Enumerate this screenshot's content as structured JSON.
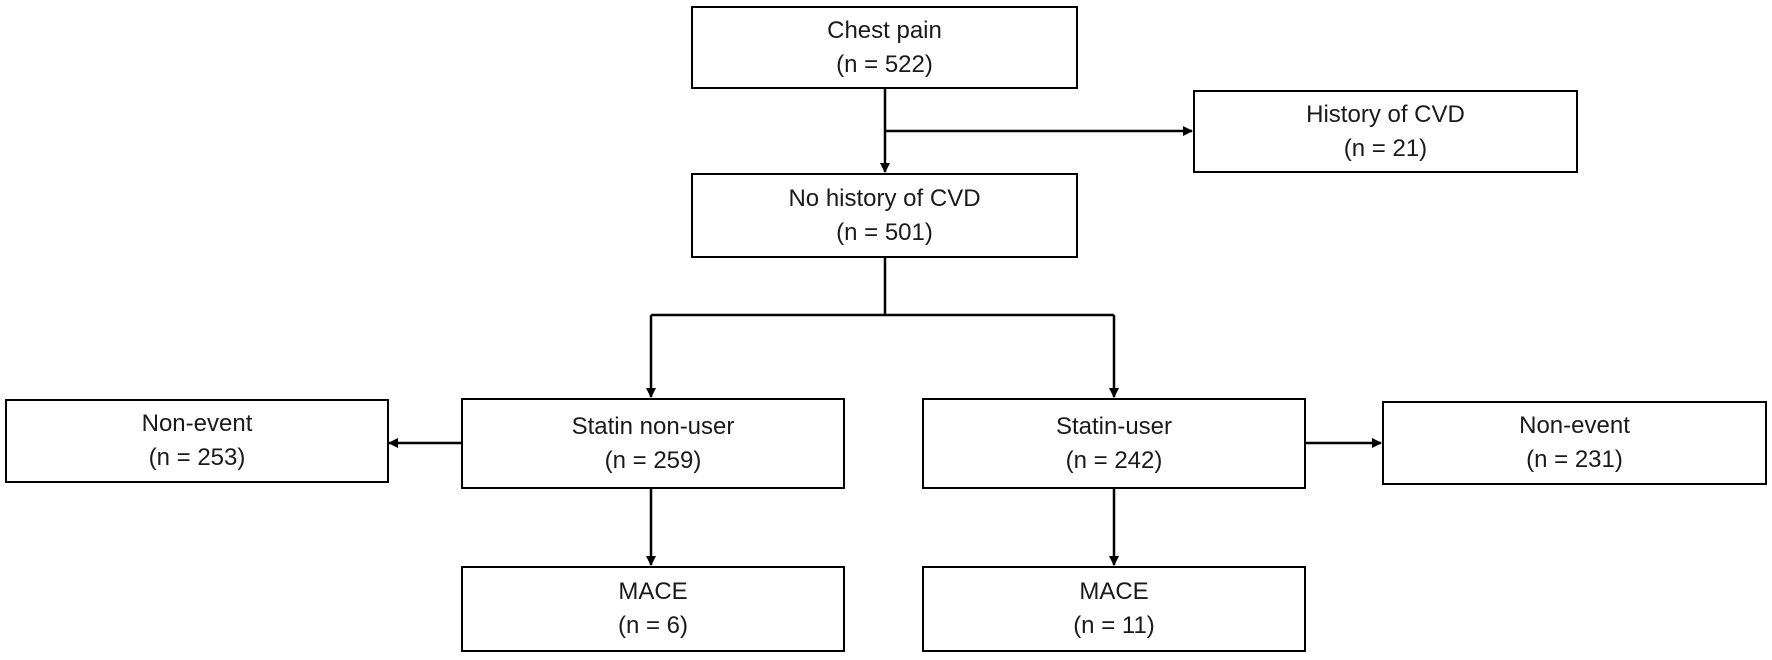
{
  "boxes": {
    "chest_pain": {
      "title": "Chest pain",
      "count": "(n = 522)"
    },
    "history_cvd": {
      "title": "History of CVD",
      "count": "(n = 21)"
    },
    "no_history_cvd": {
      "title": "No history of CVD",
      "count": "(n = 501)"
    },
    "statin_non_user": {
      "title": "Statin non-user",
      "count": "(n = 259)"
    },
    "statin_user": {
      "title": "Statin-user",
      "count": "(n = 242)"
    },
    "non_event_left": {
      "title": "Non-event",
      "count": "(n = 253)"
    },
    "non_event_right": {
      "title": "Non-event",
      "count": "(n = 231)"
    },
    "mace_left": {
      "title": "MACE",
      "count": "(n = 6)"
    },
    "mace_right": {
      "title": "MACE",
      "count": "(n = 11)"
    }
  },
  "colors": {
    "stroke": "#000000",
    "text": "#1a1a1a",
    "background": "#ffffff"
  }
}
